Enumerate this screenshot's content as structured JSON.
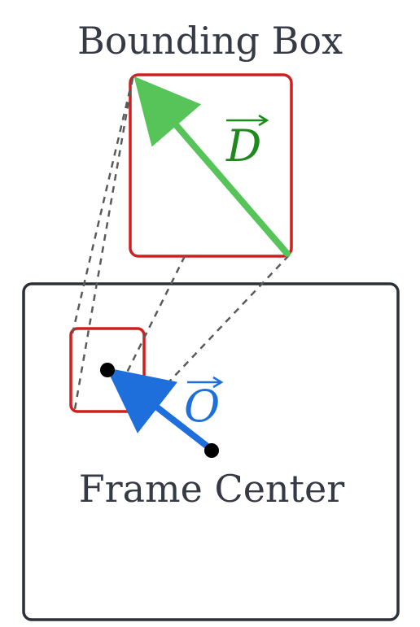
{
  "title": "Bounding Box",
  "frame_center_label": "Frame Center",
  "vector_d_label": "D",
  "vector_o_label": "O",
  "colors": {
    "frame_border": "#2B2F36",
    "bbox_border": "#D11F1F",
    "vector_d": "#57C45A",
    "vector_d_label": "#1E8A1E",
    "vector_o": "#1E6FDB",
    "vector_o_label": "#1E6FDB",
    "dashed_lines": "#5A5A5A",
    "text": "#353A45"
  }
}
